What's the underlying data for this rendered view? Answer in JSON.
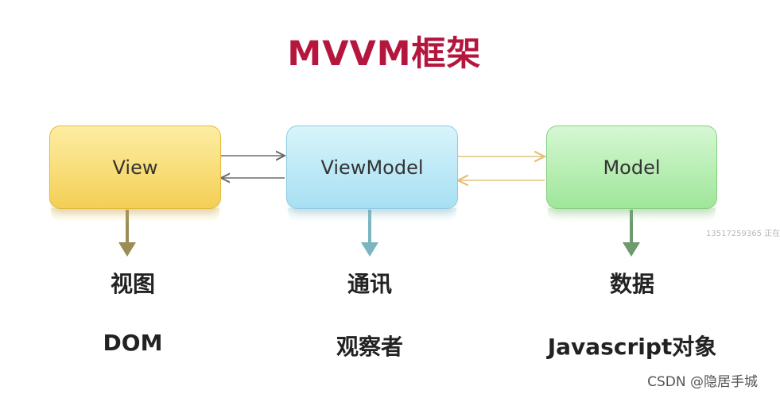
{
  "title": "MVVM框架",
  "boxes": {
    "view": "View",
    "viewmodel": "ViewModel",
    "model": "Model"
  },
  "labels": {
    "view_role": "视图",
    "view_sub": "DOM",
    "viewmodel_role": "通讯",
    "viewmodel_sub": "观察者",
    "model_role": "数据",
    "model_sub": "Javascript对象"
  },
  "watermarks": {
    "phone": "13517259365 正在",
    "site": "CSDN @隐居手城"
  },
  "colors": {
    "title": "#b5163e",
    "view_arrow": "#9b8d55",
    "viewmodel_arrow": "#7bb5c2",
    "model_arrow": "#6d9a6f",
    "link_view_vm": "#6b6b6b",
    "link_vm_model": "#e2c27a"
  }
}
